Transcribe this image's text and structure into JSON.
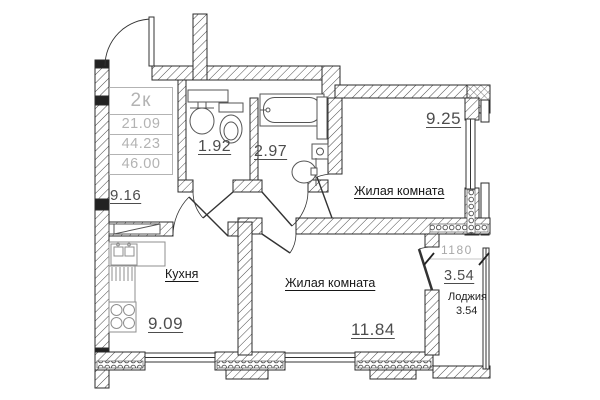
{
  "info_box": {
    "apartment_type": "2к",
    "area_rows": [
      "21.09",
      "44.23",
      "46.00"
    ]
  },
  "rooms": {
    "hallway": {
      "area": "9.16"
    },
    "wc": {
      "area": "1.92"
    },
    "bathroom": {
      "area": "2.97"
    },
    "living_room_1": {
      "name": "Жилая комната",
      "area": "9.25"
    },
    "kitchen": {
      "name": "Кухня",
      "area": "9.09"
    },
    "living_room_2": {
      "name": "Жилая комната",
      "area": "11.84"
    },
    "loggia": {
      "name": "Лоджия",
      "area": "3.54",
      "area_note": "3.54",
      "width_dimension": "1180"
    }
  },
  "fixtures": {
    "wc": [
      "sink",
      "toilet",
      "shelf"
    ],
    "bathroom": [
      "bathtub",
      "sink",
      "water-heater",
      "duct"
    ],
    "kitchen": [
      "kitchen-sink",
      "counter",
      "drainer",
      "stove"
    ],
    "hallway": [
      "ventilation-shaft"
    ]
  },
  "colors": {
    "wall_line": "#2b2b2b",
    "area_text": "#4d4d4d",
    "room_name_text": "#161616",
    "muted_text": "#a8a8a8",
    "info_table": "#b3b3b3",
    "background": "#ffffff"
  }
}
